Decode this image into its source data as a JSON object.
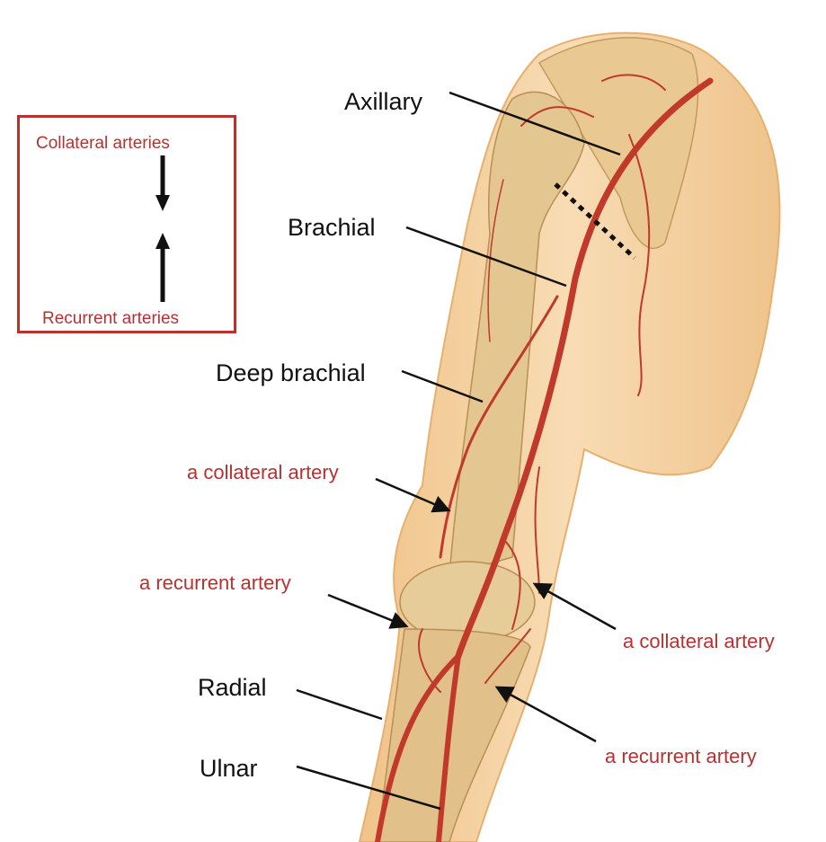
{
  "legend": {
    "top_label": "Collateral arteries",
    "bottom_label": "Recurrent arteries",
    "border_color": "#b8312f"
  },
  "labels": {
    "axillary": "Axillary",
    "brachial": "Brachial",
    "deep_brachial": "Deep brachial",
    "collateral_left": "a collateral artery",
    "recurrent_left": "a recurrent artery",
    "collateral_right": "a collateral artery",
    "recurrent_right": "a recurrent artery",
    "radial": "Radial",
    "ulnar": "Ulnar"
  },
  "colors": {
    "artery": "#c0392b",
    "skin": "#f5cf9c",
    "bone": "#e2c48f",
    "label_red": "#b8312f"
  }
}
